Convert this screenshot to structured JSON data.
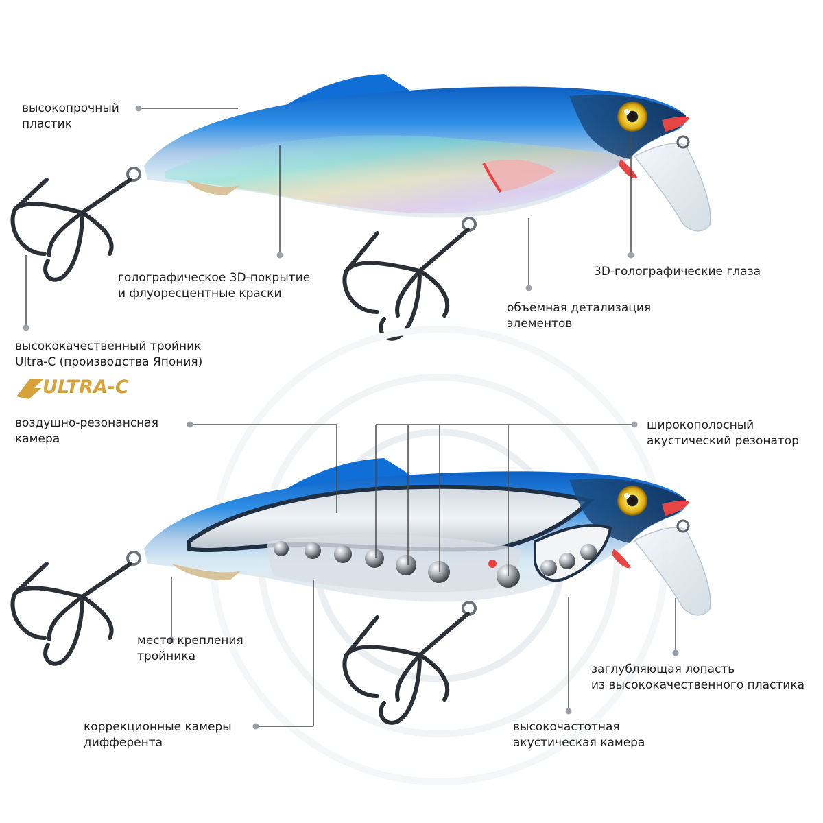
{
  "labels": {
    "plastic": [
      "высокопрочный",
      "пластик"
    ],
    "coating": [
      "голографическое 3D-покрытие",
      "и флуоресцентные краски"
    ],
    "eyes": [
      "3D-голографические глаза"
    ],
    "detail": [
      "объемная детализация",
      "элементов"
    ],
    "hook": [
      "высококачественный тройник",
      "Ultra-C (производства Япония)"
    ],
    "air_chamber": [
      "воздушно-резонансная",
      "камера"
    ],
    "resonator": [
      "широкополосный",
      "акустический резонатор"
    ],
    "mount": [
      "место крепления",
      "тройника"
    ],
    "lip": [
      "заглубляющая лопасть",
      "из высококачественного пластика"
    ],
    "trim": [
      "коррекционные камеры",
      "дифферента"
    ],
    "hf_chamber": [
      "высокочастотная",
      "акустическая камера"
    ]
  },
  "logo": {
    "text": "ULTRA-C",
    "color": "#d8a23a"
  },
  "colors": {
    "body_blue": "#1e7fe0",
    "belly_silver": "#dfe6ee",
    "fin_red": "#e8413f",
    "eye_yellow": "#f2d21a",
    "line": "#555555"
  }
}
